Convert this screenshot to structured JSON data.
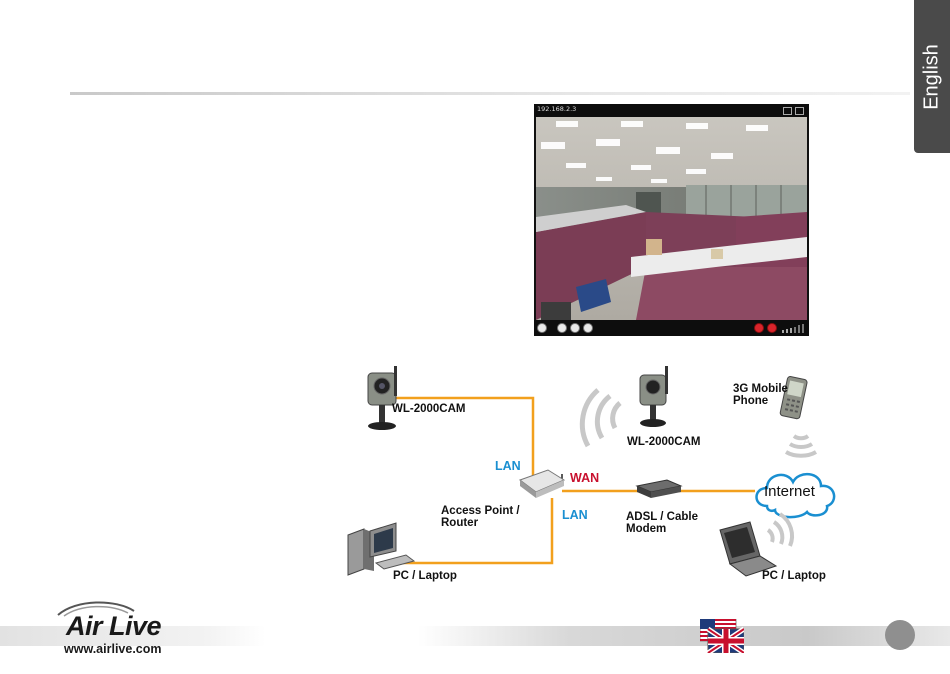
{
  "language_tab": "English",
  "viewer": {
    "ip_address": "192.168.2.3"
  },
  "diagram": {
    "camera_top_left": "WL-2000CAM",
    "camera_wireless": "WL-2000CAM",
    "mobile_phone": "3G Mobile\nPhone",
    "lan_top": "LAN",
    "wan": "WAN",
    "lan_bottom": "LAN",
    "access_point": "Access Point /\nRouter",
    "modem": "ADSL / Cable\nModem",
    "internet": "Internet",
    "pc_left": "PC / Laptop",
    "pc_right": "PC / Laptop",
    "link_color": "#f2a01d"
  },
  "footer": {
    "brand": "Air Live",
    "url": "www.airlive.com"
  }
}
